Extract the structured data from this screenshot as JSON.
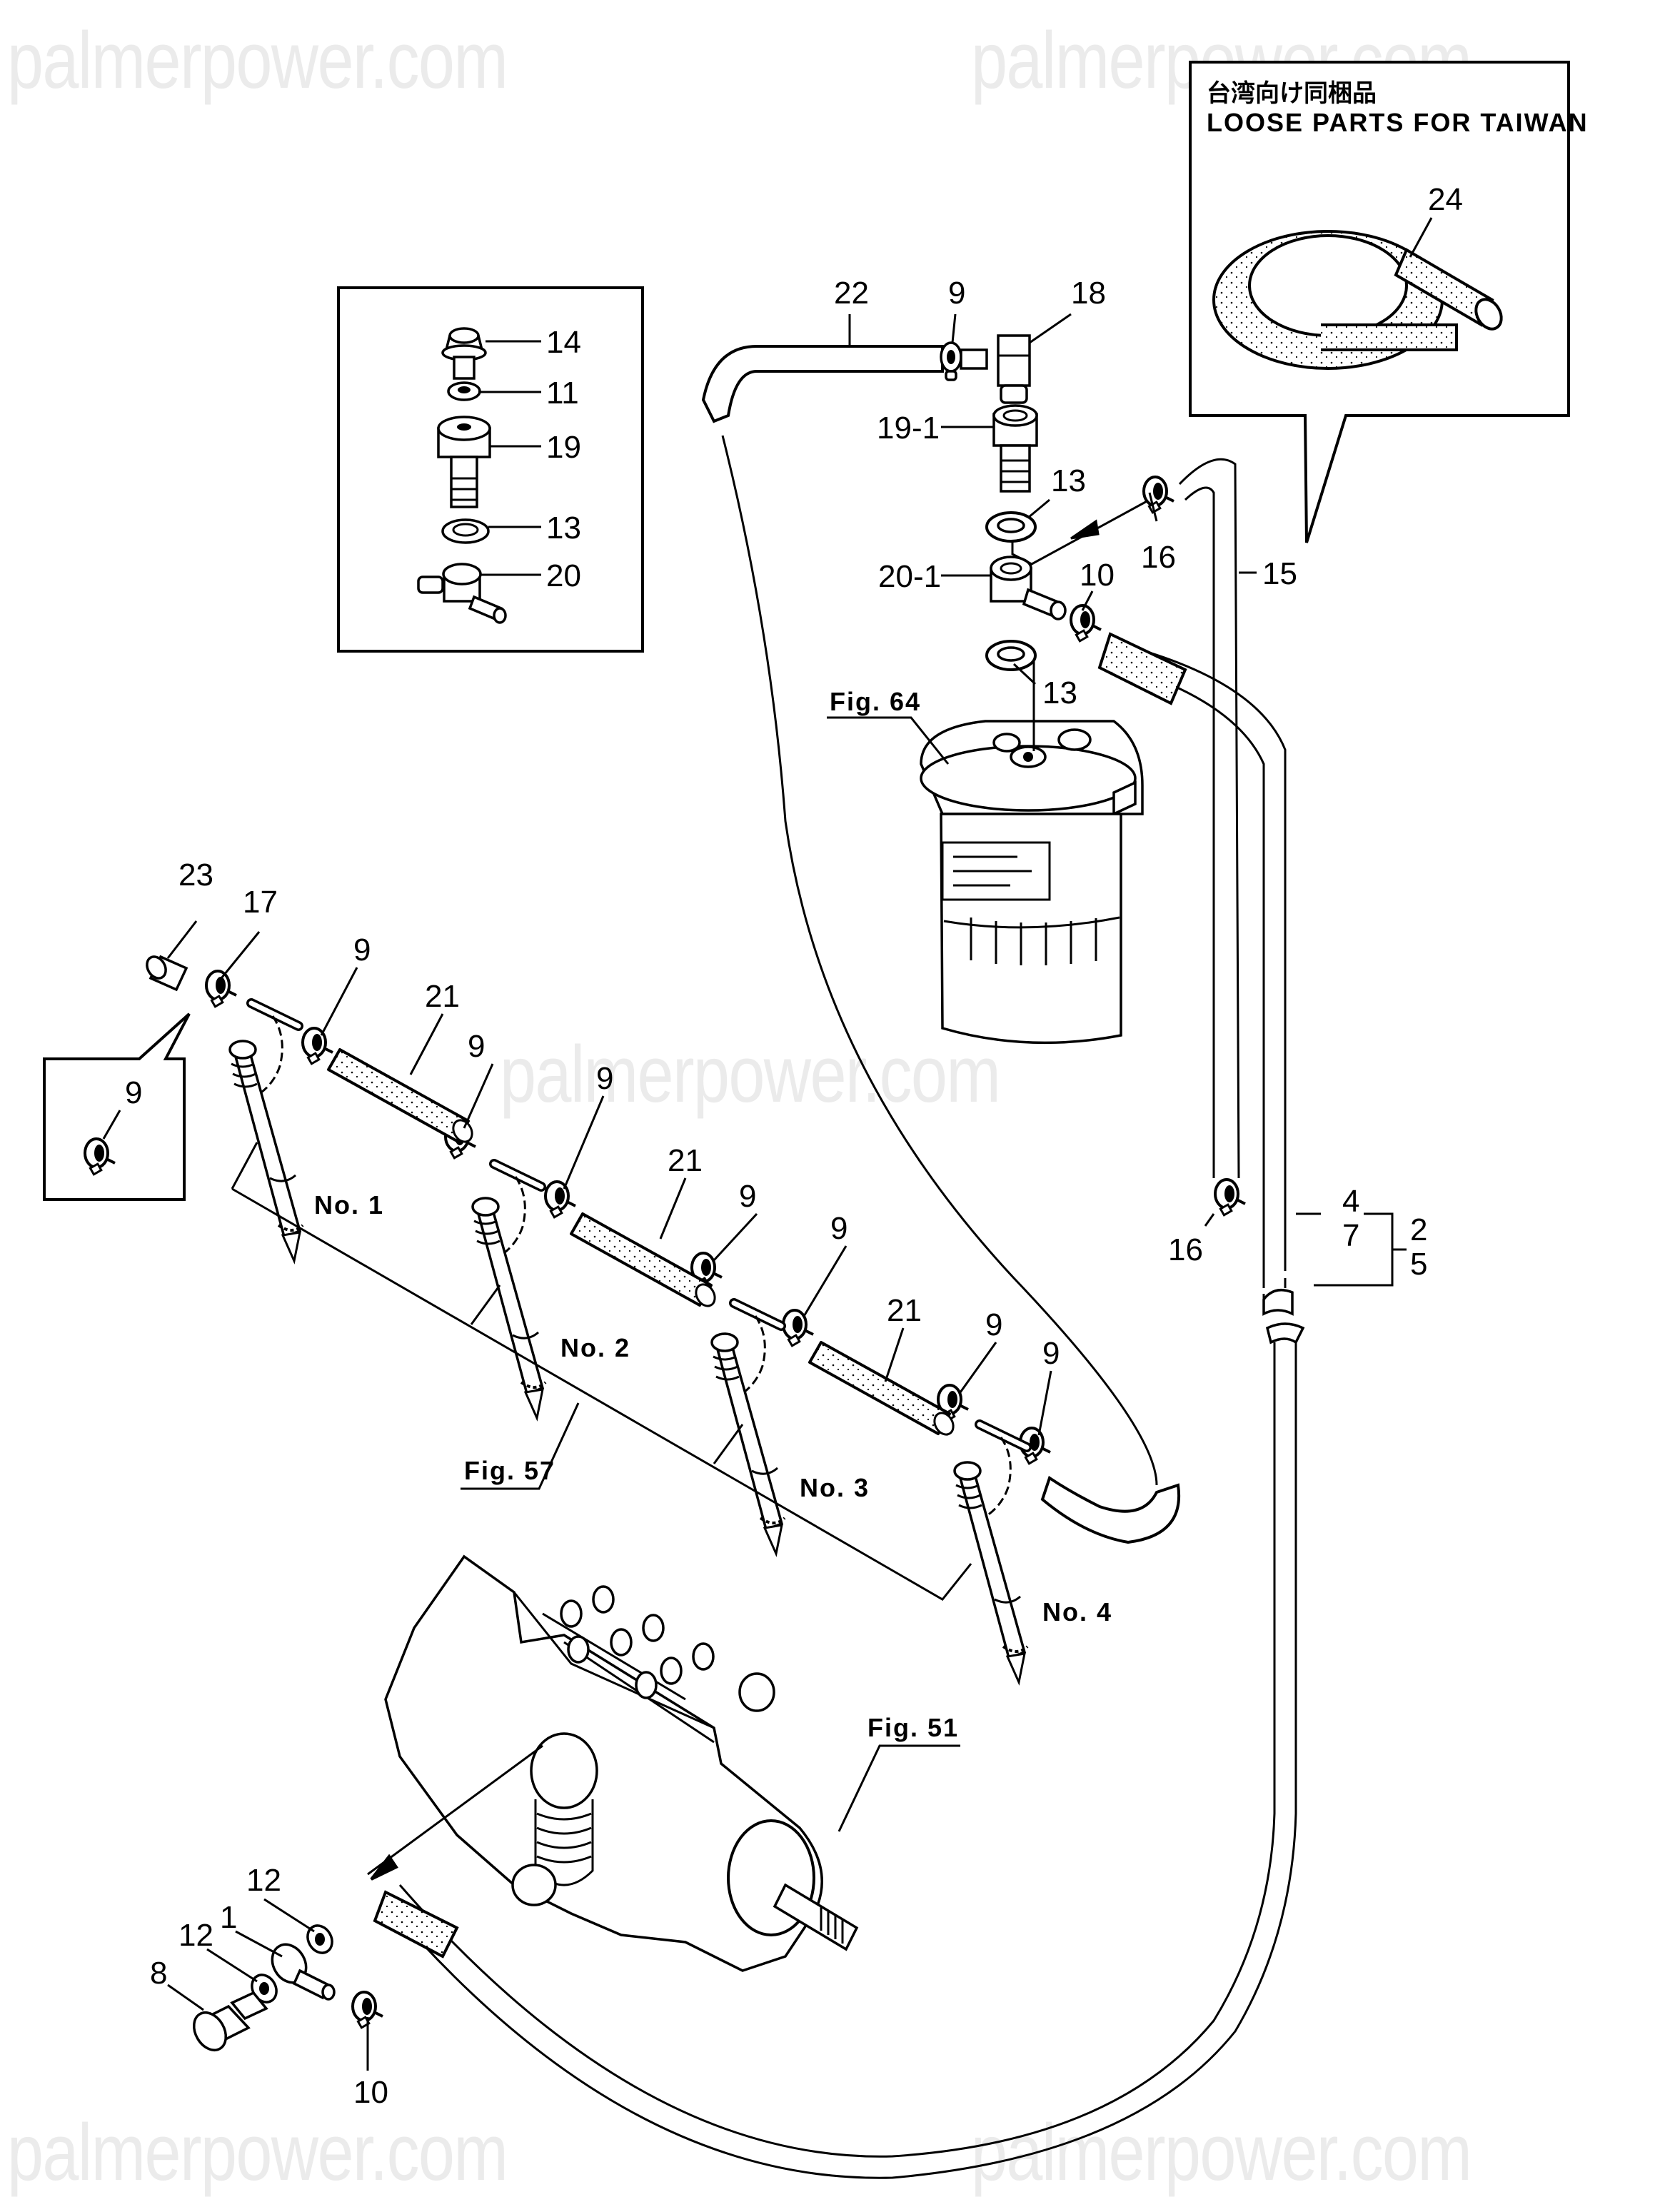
{
  "watermark": {
    "text": "palmerpower.com",
    "color": "#ebebeb"
  },
  "inset_taiwan": {
    "title_jp": "台湾向け同梱品",
    "title_en": "LOOSE PARTS FOR TAIWAN",
    "part_label": "24"
  },
  "inset_banjo": {
    "labels": [
      "14",
      "11",
      "19",
      "13",
      "20"
    ]
  },
  "inset_clip": {
    "label": "9"
  },
  "figure_refs": {
    "fig64": "Fig. 64",
    "fig57": "Fig. 57",
    "fig51": "Fig. 51"
  },
  "injectors": [
    "No. 1",
    "No. 2",
    "No. 3",
    "No. 4"
  ],
  "callouts": {
    "c22": "22",
    "c9_top": "9",
    "c18": "18",
    "c19_1": "19-1",
    "c13_a": "13",
    "c16_top": "16",
    "c20_1": "20-1",
    "c10_top": "10",
    "c13_b": "13",
    "c15": "15",
    "c16_bot": "16",
    "c4": "4",
    "c7": "7",
    "c2": "2",
    "c5": "5",
    "c23": "23",
    "c17": "17",
    "c9_a": "9",
    "c21_a": "21",
    "c9_b": "9",
    "c9_c": "9",
    "c21_b": "21",
    "c9_d": "9",
    "c9_e": "9",
    "c21_c": "21",
    "c9_f": "9",
    "c9_g": "9",
    "c12_a": "12",
    "c1": "1",
    "c12_b": "12",
    "c8": "8",
    "c10_bot": "10"
  }
}
